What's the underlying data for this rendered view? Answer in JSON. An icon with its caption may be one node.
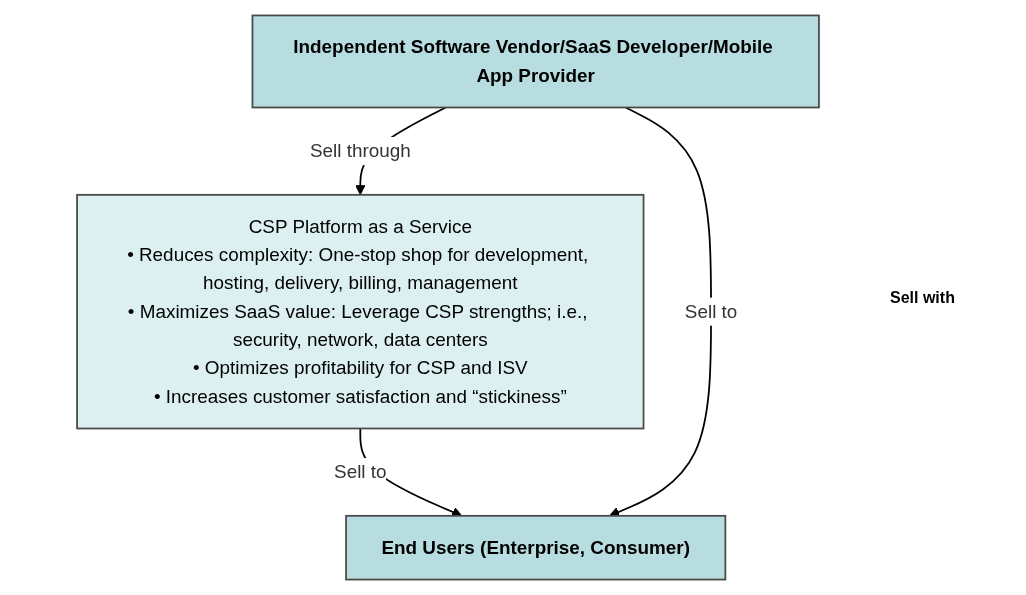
{
  "diagram": {
    "nodes": [
      {
        "text": [
          "Independent Software Vendor/SaaS Developer/Mobile App Provider"
        ]
      },
      {
        "text": [
          "CSP Platform as a Service",
          "• Reduces complexity: One-stop shop for development, hosting, delivery, billing, management",
          "• Maximizes SaaS value: Leverage CSP strengths; i.e., security, network, data centers",
          "• Optimizes profitability for CSP and ISV",
          "• Increases customer satisfaction and “stickiness”"
        ]
      },
      {
        "text": [
          "End Users (Enterprise, Consumer)"
        ]
      }
    ],
    "edges": [
      {
        "from": 0,
        "to": 1,
        "arrow": "to",
        "label": "Sell through"
      },
      {
        "from": 1,
        "to": 2,
        "arrow": "to",
        "label": "Sell to"
      },
      {
        "from": 0,
        "to": 2,
        "arrow": "to",
        "label": "Sell to"
      }
    ],
    "labels": [
      "Sell with"
    ]
  }
}
